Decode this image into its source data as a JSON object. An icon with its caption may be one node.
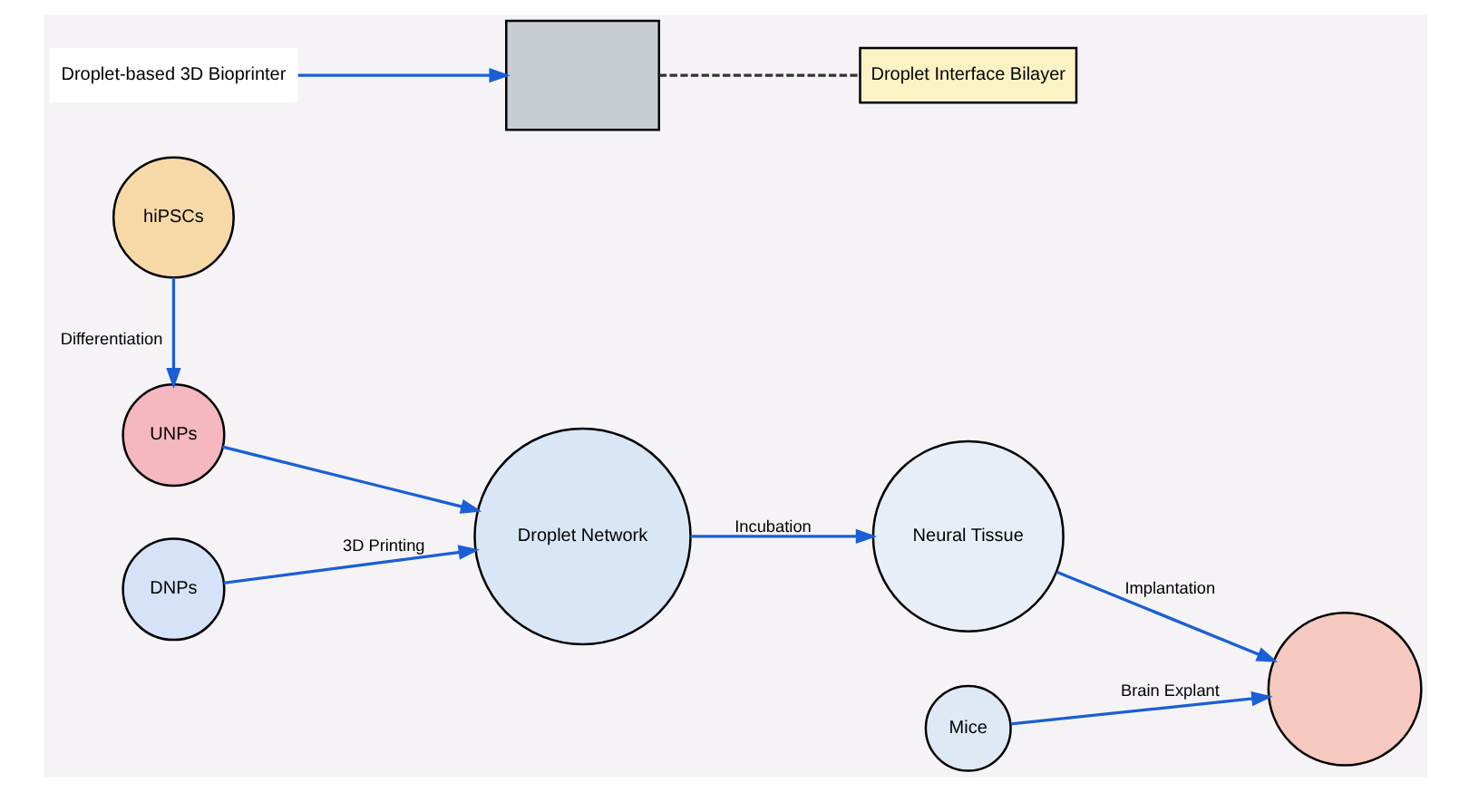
{
  "diagram": {
    "nodes": [
      {
        "text": [
          "hiPSCs"
        ]
      },
      {
        "text": [
          "DNPs"
        ]
      },
      {
        "text": [
          "UNPs"
        ]
      },
      {
        "text": [
          "Droplet-based 3D Bioprinter"
        ]
      },
      {
        "text": [],
        "shape": "box"
      },
      {
        "text": [
          "Droplet Interface Bilayer"
        ]
      },
      {
        "text": [
          "Droplet Network"
        ]
      },
      {
        "text": [
          "Neural Tissue"
        ]
      },
      {
        "text": [
          "Mice"
        ]
      },
      {
        "text": [],
        "shape": "circle"
      }
    ],
    "edges": [
      {
        "from": 0,
        "to": 2,
        "arrow": "to",
        "label": "Differentiation"
      },
      {
        "from": 1,
        "to": 6,
        "arrow": "to",
        "label": "3D Printing"
      },
      {
        "from": 2,
        "to": 6,
        "arrow": "to"
      },
      {
        "from": 3,
        "to": 4,
        "arrow": "to"
      },
      {
        "from": 4,
        "to": 5,
        "arrow": "none",
        "style": "dashed",
        "color": "#333333"
      },
      {
        "from": 6,
        "to": 7,
        "arrow": "to",
        "label": "Incubation"
      },
      {
        "from": 7,
        "to": 9,
        "arrow": "to",
        "label": "Implantation"
      },
      {
        "from": 8,
        "to": 9,
        "arrow": "to",
        "label": "Brain Explant"
      }
    ]
  }
}
